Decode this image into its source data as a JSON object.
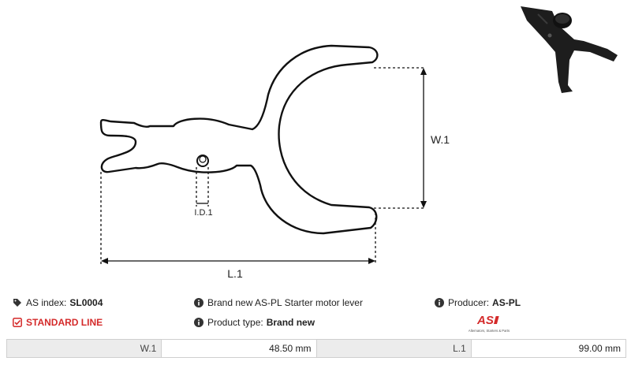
{
  "drawing": {
    "dimensions": {
      "width_label": "W.1",
      "length_label": "L.1",
      "inner_diameter_label": "I.D.1"
    }
  },
  "info": {
    "as_index_label": "AS index:",
    "as_index_value": "SL0004",
    "line": "STANDARD LINE",
    "description": "Brand new AS-PL Starter motor lever",
    "product_type_label": "Product type:",
    "product_type_value": "Brand new",
    "producer_label": "Producer:",
    "producer_value": "AS-PL"
  },
  "logo": {
    "mark": "AS",
    "tagline": "Alternators, Starters & Parts"
  },
  "specs": [
    {
      "label": "W.1",
      "value": "48.50 mm"
    },
    {
      "label": "L.1",
      "value": "99.00 mm"
    }
  ],
  "colors": {
    "accent": "#d42a2a",
    "table_label_bg": "#ececec",
    "border": "#cfcfcf"
  }
}
